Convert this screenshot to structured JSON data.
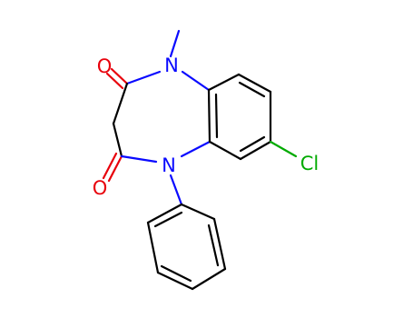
{
  "molecule": {
    "atoms": {
      "o_top": "O",
      "n1": "N",
      "methyl": "",
      "cl": "Cl",
      "n5": "N",
      "o_bottom": "O"
    },
    "colors": {
      "bond": "#000000",
      "oxygen": "#e8000b",
      "nitrogen": "#0a0aff",
      "chlorine": "#00aa00",
      "carbon": "#000000"
    }
  }
}
